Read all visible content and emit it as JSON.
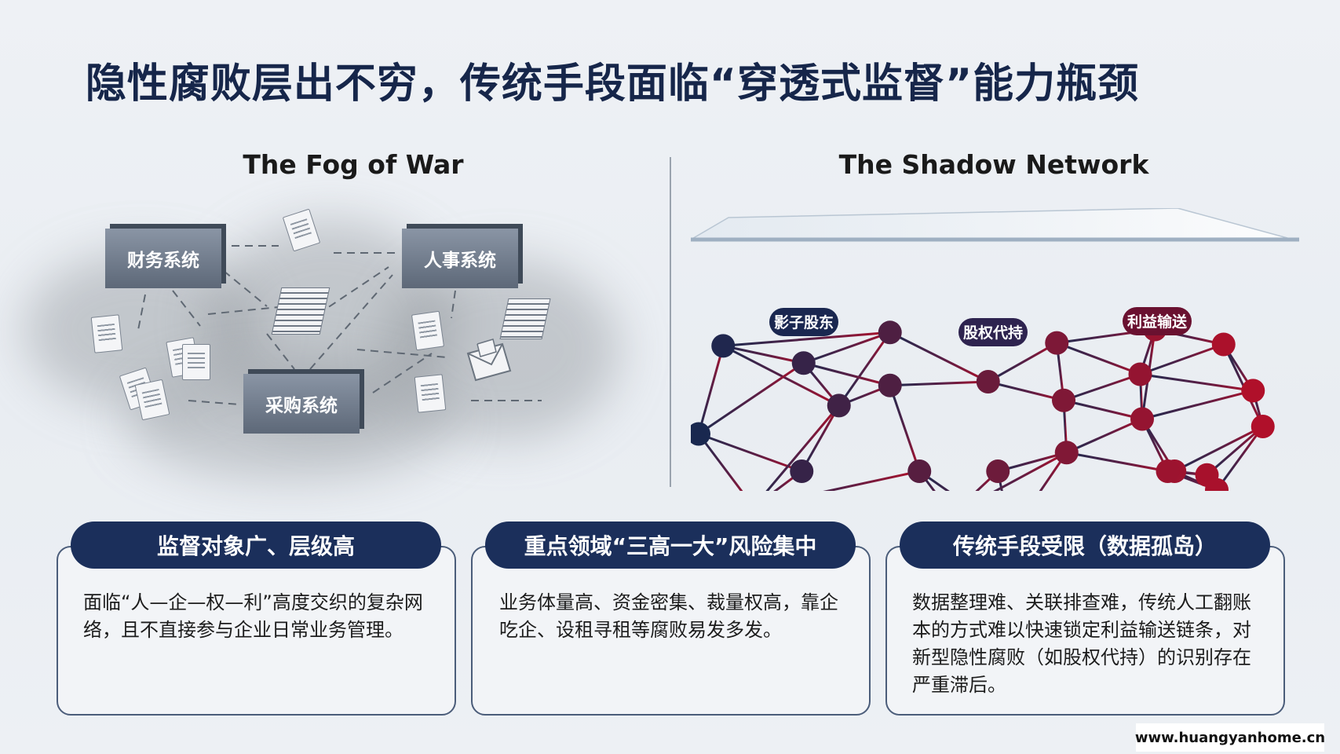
{
  "title": "隐性腐败层出不穷，传统手段面临“穿透式监督”能力瓶颈",
  "left_panel": {
    "heading": "The Fog of War",
    "systems": [
      "财务系统",
      "人事系统",
      "采购系统"
    ]
  },
  "right_panel": {
    "heading": "The Shadow Network",
    "labels": [
      "影子股东",
      "股权代持",
      "利益输送"
    ]
  },
  "cards": [
    {
      "header": "监督对象广、层级高",
      "body": "面临“人—企—权—利”高度交织的复杂网络，且不直接参与企业日常业务管理。"
    },
    {
      "header": "重点领域“三高一大”风险集中",
      "body": "业务体量高、资金密集、裁量权高，靠企吃企、设租寻租等腐败易发多发。"
    },
    {
      "header": "传统手段受限（数据孤岛）",
      "body": "数据整理难、关联排查难，传统人工翻账本的方式难以快速锁定利益输送链条，对新型隐性腐败（如股权代持）的识别存在严重滞后。"
    }
  ],
  "watermark": "www.huangyanhome.cn",
  "colors": {
    "navy": "#1b2f5b",
    "network_blue": "#17284d",
    "network_red": "#b0102a"
  }
}
